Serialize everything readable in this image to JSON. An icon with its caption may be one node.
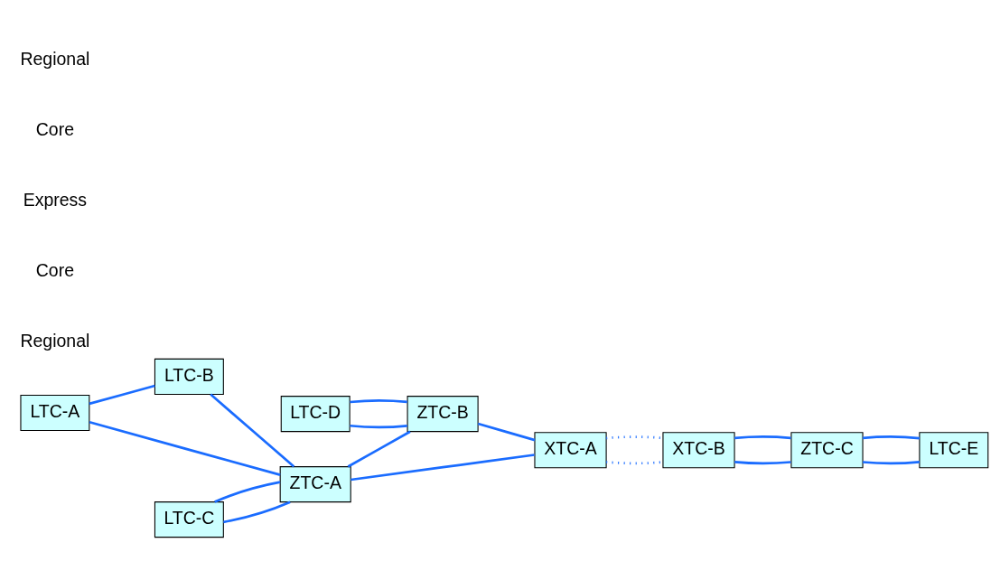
{
  "diagram": {
    "nodes": [
      {
        "text": [
          "LTC-B"
        ]
      },
      {
        "text": [
          "LTC-A"
        ]
      },
      {
        "text": [
          "ZTC-A"
        ]
      },
      {
        "text": [
          "XTC-A"
        ]
      },
      {
        "text": [
          "XTC-B"
        ]
      },
      {
        "text": [
          "ZTC-C"
        ]
      },
      {
        "text": [
          "LTC-E"
        ]
      },
      {
        "text": [
          "LTC-C"
        ]
      },
      {
        "text": [
          "ZTC-B"
        ]
      },
      {
        "text": [
          "LTC-D"
        ]
      }
    ],
    "edges": [
      {
        "from": 1,
        "to": 0,
        "arrow": "none"
      },
      {
        "from": 0,
        "to": 2,
        "arrow": "none"
      },
      {
        "from": 1,
        "to": 2,
        "arrow": "none"
      },
      {
        "from": 7,
        "to": 2,
        "arrow": "none"
      },
      {
        "from": 7,
        "to": 2,
        "arrow": "none"
      },
      {
        "from": 2,
        "to": 3,
        "arrow": "none"
      },
      {
        "from": 2,
        "to": 8,
        "arrow": "none"
      },
      {
        "from": 8,
        "to": 3,
        "arrow": "none"
      },
      {
        "from": 9,
        "to": 8,
        "arrow": "none"
      },
      {
        "from": 9,
        "to": 8,
        "arrow": "none"
      },
      {
        "from": 3,
        "to": 4,
        "arrow": "none",
        "style": "dashed"
      },
      {
        "from": 3,
        "to": 4,
        "arrow": "none",
        "style": "dashed"
      },
      {
        "from": 4,
        "to": 5,
        "arrow": "none"
      },
      {
        "from": 4,
        "to": 5,
        "arrow": "none"
      },
      {
        "from": 5,
        "to": 6,
        "arrow": "none"
      },
      {
        "from": 5,
        "to": 6,
        "arrow": "none"
      }
    ],
    "labels": [
      "Regional",
      "Core",
      "Express",
      "Core",
      "Regional"
    ]
  }
}
